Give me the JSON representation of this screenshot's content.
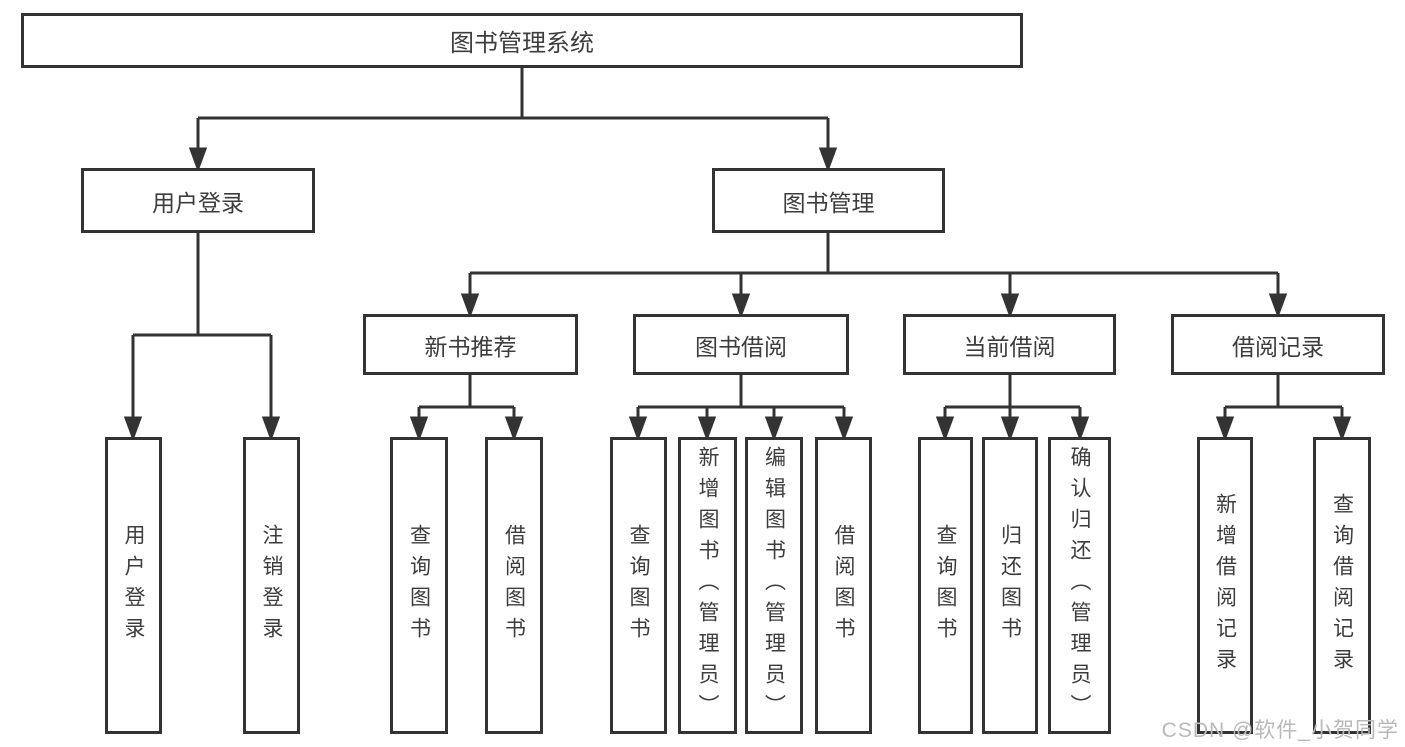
{
  "tree": {
    "label": "图书管理系统",
    "children": [
      {
        "label": "用户登录",
        "children": [
          {
            "label": "用户登录"
          },
          {
            "label": "注销登录"
          }
        ]
      },
      {
        "label": "图书管理",
        "children": [
          {
            "label": "新书推荐",
            "children": [
              {
                "label": "查询图书"
              },
              {
                "label": "借阅图书"
              }
            ]
          },
          {
            "label": "图书借阅",
            "children": [
              {
                "label": "查询图书"
              },
              {
                "label": "新增图书（管理员）"
              },
              {
                "label": "编辑图书（管理员）"
              },
              {
                "label": "借阅图书"
              }
            ]
          },
          {
            "label": "当前借阅",
            "children": [
              {
                "label": "查询图书"
              },
              {
                "label": "归还图书"
              },
              {
                "label": "确认归还（管理员）"
              }
            ]
          },
          {
            "label": "借阅记录",
            "children": [
              {
                "label": "新增借阅记录"
              },
              {
                "label": "查询借阅记录"
              }
            ]
          }
        ]
      }
    ]
  },
  "watermark": "CSDN @软件_小贺同学",
  "colors": {
    "line": "#333333",
    "box_border": "#333333",
    "text": "#3d3d3d",
    "background": "#ffffff",
    "watermark": "#b9b9b9"
  }
}
